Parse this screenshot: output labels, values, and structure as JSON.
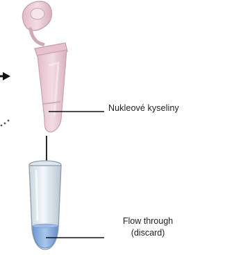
{
  "labels": {
    "nucleic_acids": "Nukleové kyseliny",
    "flow_through": "Flow through",
    "discard": "(discard)"
  },
  "icons": [
    "spin-column-icon",
    "collection-tube-icon",
    "arrow-left-icon",
    "arrow-down-icon"
  ],
  "colors": {
    "column_pink": "#e9c9d3",
    "column_outline": "#c9a5b2",
    "tube_body": "#e3ecf3",
    "tube_outline": "#9aa6b0",
    "liquid": "#89aee0",
    "line": "#111111"
  }
}
